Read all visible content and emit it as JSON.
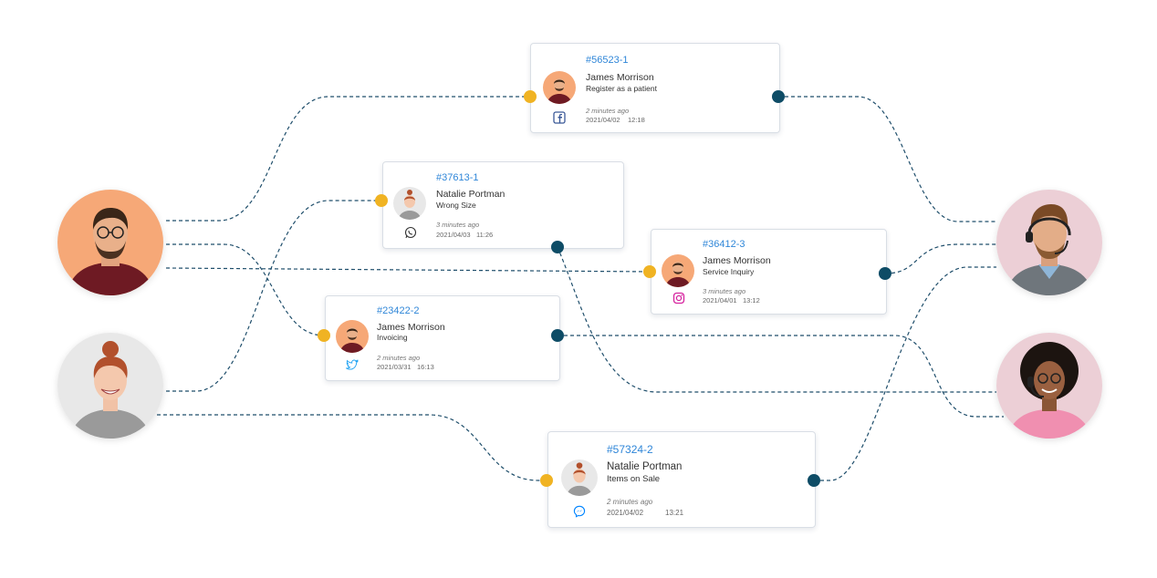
{
  "colors": {
    "link": "#1f4e6b",
    "in_dot": "#f0b323",
    "out_dot": "#0e4c66",
    "id": "#2f86d8"
  },
  "customers": [
    {
      "icon": "man-glasses-portrait",
      "bg": "#f6a877"
    },
    {
      "icon": "woman-bun-portrait",
      "bg": "#e8e8e8"
    }
  ],
  "agents": [
    {
      "icon": "man-headset-portrait",
      "bg": "#eccfd6"
    },
    {
      "icon": "woman-headset-portrait",
      "bg": "#eccfd6"
    }
  ],
  "tickets": [
    {
      "id": "#56523-1",
      "name": "James Morrison",
      "subject": "Register as a patient",
      "ago": "2 minutes ago",
      "date": "2021/04/02",
      "time": "12:18",
      "channel": "facebook-icon",
      "avatar": "man"
    },
    {
      "id": "#37613-1",
      "name": "Natalie Portman",
      "subject": "Wrong Size",
      "ago": "3 minutes ago",
      "date": "2021/04/03",
      "time": "11:26",
      "channel": "whatsapp-icon",
      "avatar": "woman"
    },
    {
      "id": "#36412-3",
      "name": "James Morrison",
      "subject": "Service Inquiry",
      "ago": "3 minutes ago",
      "date": "2021/04/01",
      "time": "13:12",
      "channel": "instagram-icon",
      "avatar": "man"
    },
    {
      "id": "#23422-2",
      "name": "James Morrison",
      "subject": "Invoicing",
      "ago": "2 minutes ago",
      "date": "2021/03/31",
      "time": "16:13",
      "channel": "twitter-icon",
      "avatar": "man"
    },
    {
      "id": "#57324-2",
      "name": "Natalie Portman",
      "subject": "Items on Sale",
      "ago": "2 minutes ago",
      "date": "2021/04/02",
      "time": "13:21",
      "channel": "messenger-icon",
      "avatar": "woman"
    }
  ]
}
